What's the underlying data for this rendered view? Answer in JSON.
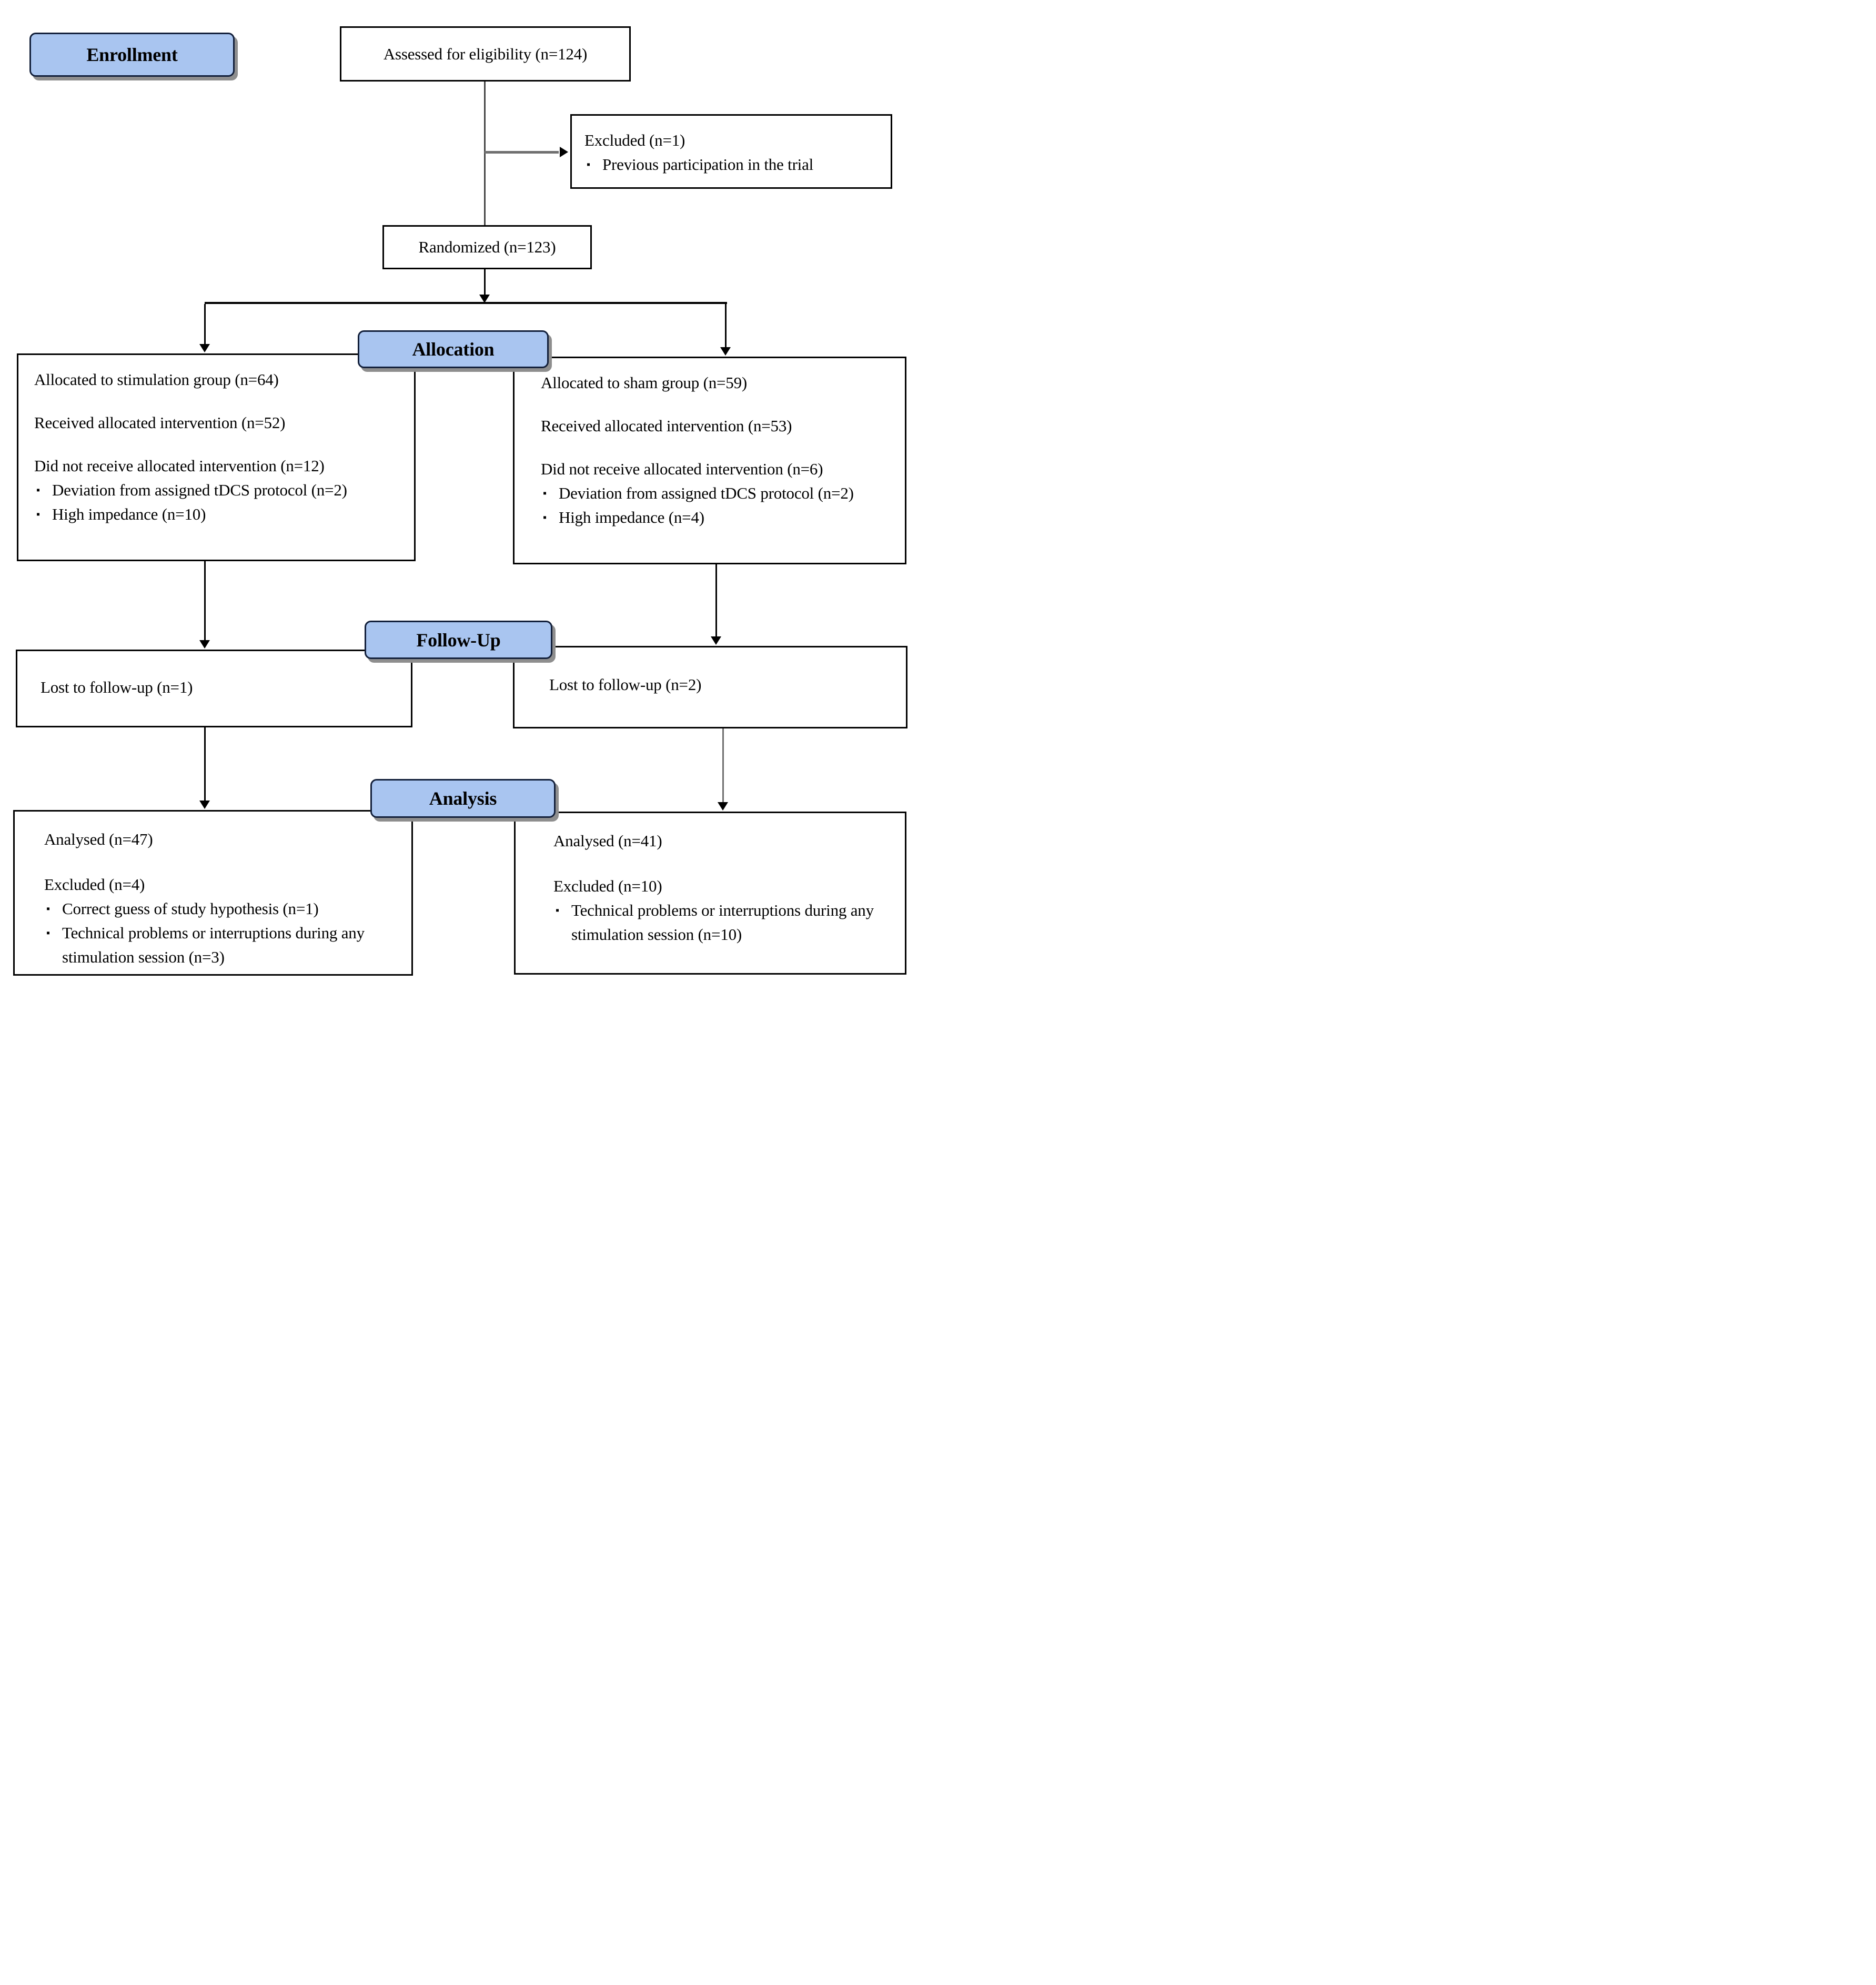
{
  "stage_labels": {
    "enrollment": "Enrollment",
    "allocation": "Allocation",
    "follow_up": "Follow-Up",
    "analysis": "Analysis"
  },
  "nodes": {
    "assessed": {
      "text": "Assessed for eligibility (n=124)"
    },
    "excluded": {
      "title": "Excluded (n=1)",
      "bullets": [
        "Previous participation in the trial"
      ]
    },
    "randomized": {
      "text": "Randomized (n=123)"
    },
    "allocation_left": {
      "paragraphs": [
        "Allocated to stimulation group (n=64)",
        "Received allocated intervention (n=52)",
        "Did not receive allocated intervention (n=12)"
      ],
      "bullets": [
        "Deviation from assigned tDCS protocol (n=2)",
        "High impedance (n=10)"
      ]
    },
    "allocation_right": {
      "paragraphs": [
        "Allocated to sham group (n=59)",
        "Received allocated intervention (n=53)",
        "Did not receive allocated intervention (n=6)"
      ],
      "bullets": [
        "Deviation from assigned tDCS protocol (n=2)",
        "High impedance (n=4)"
      ]
    },
    "follow_up_left": {
      "text": "Lost to follow-up (n=1)"
    },
    "follow_up_right": {
      "text": "Lost to follow-up (n=2)"
    },
    "analysis_left": {
      "analysed": "Analysed (n=47)",
      "excluded": "Excluded (n=4)",
      "bullets": [
        "Correct guess of study hypothesis (n=1)",
        "Technical problems or interruptions during any stimulation session (n=3)"
      ]
    },
    "analysis_right": {
      "analysed": "Analysed (n=41)",
      "excluded": "Excluded (n=10)",
      "bullets": [
        "Technical problems or interruptions during any stimulation session (n=10)"
      ]
    }
  },
  "icons": {
    "bullet": "▪"
  },
  "colors": {
    "stage_fill": "#a9c5f0",
    "stage_border": "#121f3a",
    "stage_shadow": "#8e8e8e",
    "box_border": "#000000",
    "connector_black": "#000000",
    "connector_gray": "#707070"
  }
}
